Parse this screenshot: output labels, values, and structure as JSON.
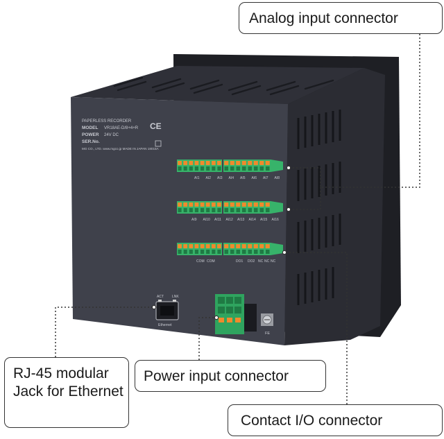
{
  "callouts": {
    "analog": "Analog input connector",
    "power": "Power input connector",
    "rj45": "RJ-45 modular Jack for Ethernet",
    "contact": "Contact I/O connector"
  },
  "device": {
    "product_line": "PAPERLESS RECORDER",
    "model_label": "MODEL",
    "model_value": "VR18AE-D/8+4+R",
    "power_label": "POWER",
    "power_value": "24V DC",
    "ser_label": "SER.No.",
    "maker": "MG CO., LTD.  www.mgco.jp  MADE IN JAPAN  18015A",
    "ce_mark": "CE",
    "row1_labels": [
      "AI1",
      "AI2",
      "AI3",
      "AI4",
      "AI5",
      "AI6",
      "AI7",
      "AI8"
    ],
    "row2_labels": [
      "AI9",
      "AI10",
      "AI11",
      "AI12",
      "AI13",
      "AI14",
      "AI15",
      "AI16"
    ],
    "row3_labels": [
      "COM",
      "COM",
      "DO1",
      "DO2",
      "NC",
      "NC",
      "NC"
    ],
    "act_label": "ACT",
    "lnk_label": "LNK",
    "ethernet_label": "Ethernet",
    "fe_label": "FE"
  },
  "colors": {
    "front_face": "#3f414b",
    "side_face": "#2b2c33",
    "terminal_green": "#37b36a",
    "terminal_orange": "#f08a2c"
  }
}
